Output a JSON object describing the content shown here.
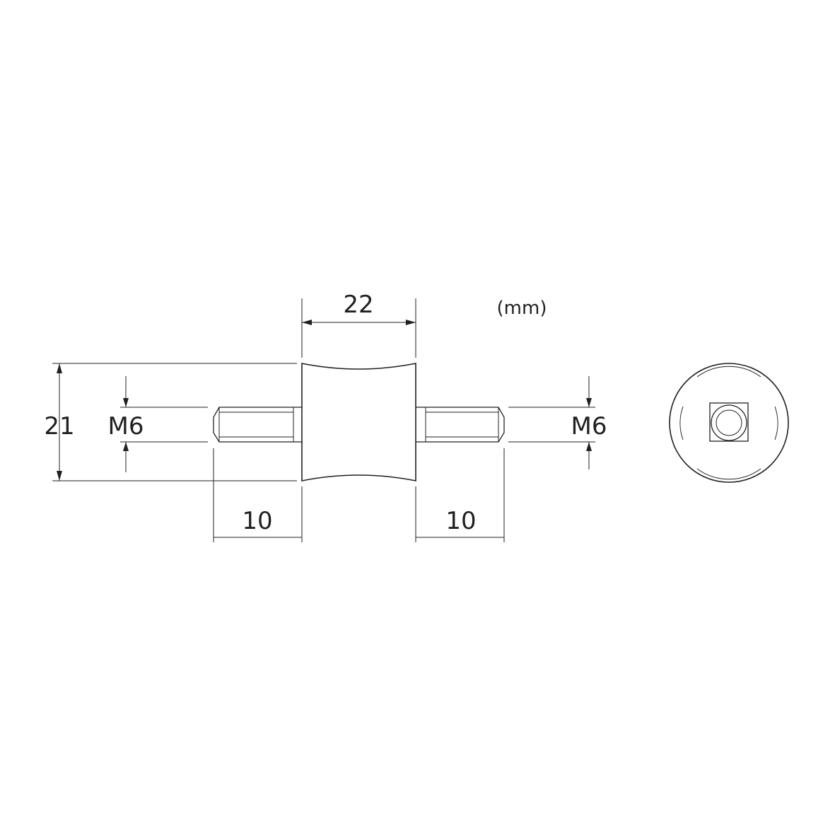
{
  "units_label": "(mm)",
  "dimensions": {
    "body_length": "22",
    "body_diameter": "21",
    "thread_left": "M6",
    "thread_right": "M6",
    "stud_length_left": "10",
    "stud_length_right": "10"
  },
  "colors": {
    "line": "#231f20",
    "background": "#ffffff"
  }
}
